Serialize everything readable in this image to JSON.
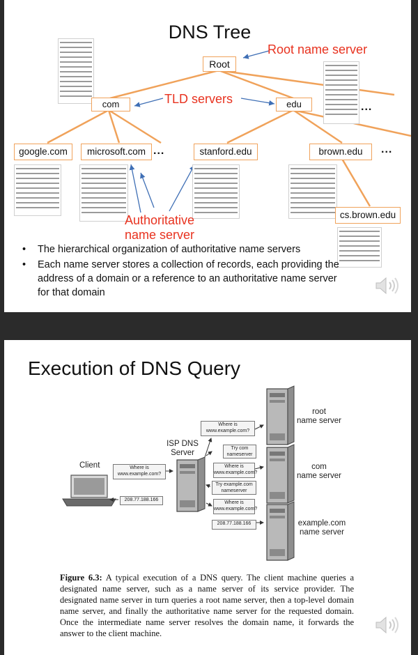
{
  "slide1": {
    "title": "DNS Tree",
    "nodes": {
      "root": "Root",
      "com": "com",
      "edu": "edu",
      "google": "google.com",
      "microsoft": "microsoft.com",
      "stanford": "stanford.edu",
      "brown": "brown.edu",
      "csbrown": "cs.brown.edu"
    },
    "ellipsis": "...",
    "labels": {
      "root_name_server": "Root name server",
      "tld_servers": "TLD servers",
      "authoritative": "Authoritative",
      "name_server": "name server"
    },
    "bullets": [
      "The hierarchical organization of authoritative name servers",
      "Each name server stores a collection of records, each providing the address of a domain or a reference to an authoritative name server for that domain"
    ],
    "colors": {
      "accent": "#e8321f",
      "line": "#f0a25a",
      "arrow": "#3f6fb5"
    }
  },
  "slide2": {
    "title": "Execution of DNS Query",
    "client": "Client",
    "isp_server": "ISP DNS\nServer",
    "root_server": "root\nname server",
    "com_server": "com\nname server",
    "example_server": "example.com\nname server",
    "messages": {
      "client_query": "Where is\nwww.example.com?",
      "client_answer": "208.77.188.166",
      "root_query": "Where is\nwww.example.com?",
      "root_reply": "Try com\nnameserver",
      "com_query": "Where is\nwww.example.com?",
      "com_reply": "Try example.com\nnameserver",
      "example_query": "Where is\nwww.example.com?",
      "example_answer": "208.77.188.166"
    },
    "figure_label": "Figure 6.3:",
    "caption": "A typical execution of a DNS query. The client machine queries a designated name server, such as a name server of its service provider. The designated name server in turn queries a root name server, then a top-level domain name server, and finally the authoritative name server for the requested domain. Once the intermediate name server resolves the domain name, it forwards the answer to the client machine."
  }
}
